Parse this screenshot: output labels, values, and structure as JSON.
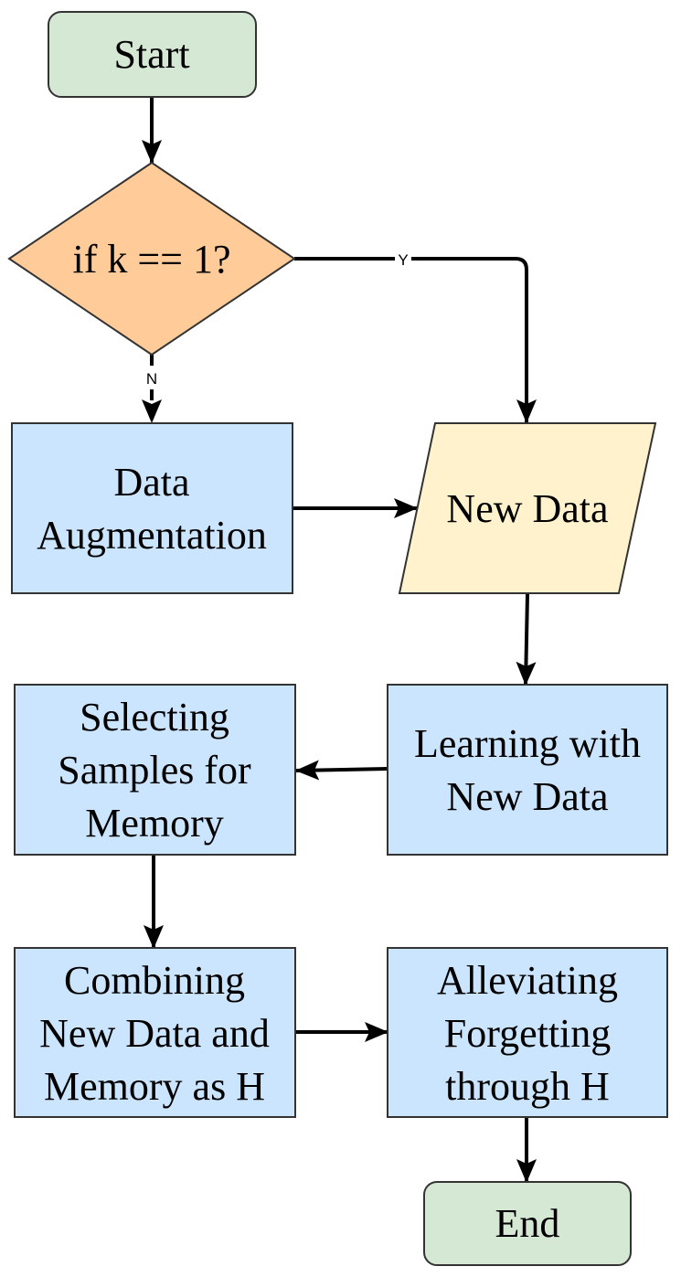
{
  "colors": {
    "terminal_fill": "#d5e8d4",
    "decision_fill": "#ffcc99",
    "process_fill": "#cce5ff",
    "data_fill": "#fff2cc",
    "outline": "#333333",
    "edge": "#000000"
  },
  "nodes": {
    "start": {
      "lines": [
        "Start"
      ]
    },
    "decision": {
      "lines": [
        "if k == 1?"
      ]
    },
    "augmentation": {
      "lines": [
        "Data",
        "Augmentation"
      ]
    },
    "new_data": {
      "lines": [
        "New Data"
      ]
    },
    "learning": {
      "lines": [
        "Learning with",
        "New Data"
      ]
    },
    "selecting": {
      "lines": [
        "Selecting",
        "Samples for",
        "Memory"
      ]
    },
    "combining": {
      "lines": [
        "Combining",
        "New Data and",
        "Memory as H"
      ]
    },
    "alleviating": {
      "lines": [
        "Alleviating",
        "Forgetting",
        "through H"
      ]
    },
    "end": {
      "lines": [
        "End"
      ]
    }
  },
  "edges": {
    "yes_label": "Y",
    "no_label": "N"
  }
}
